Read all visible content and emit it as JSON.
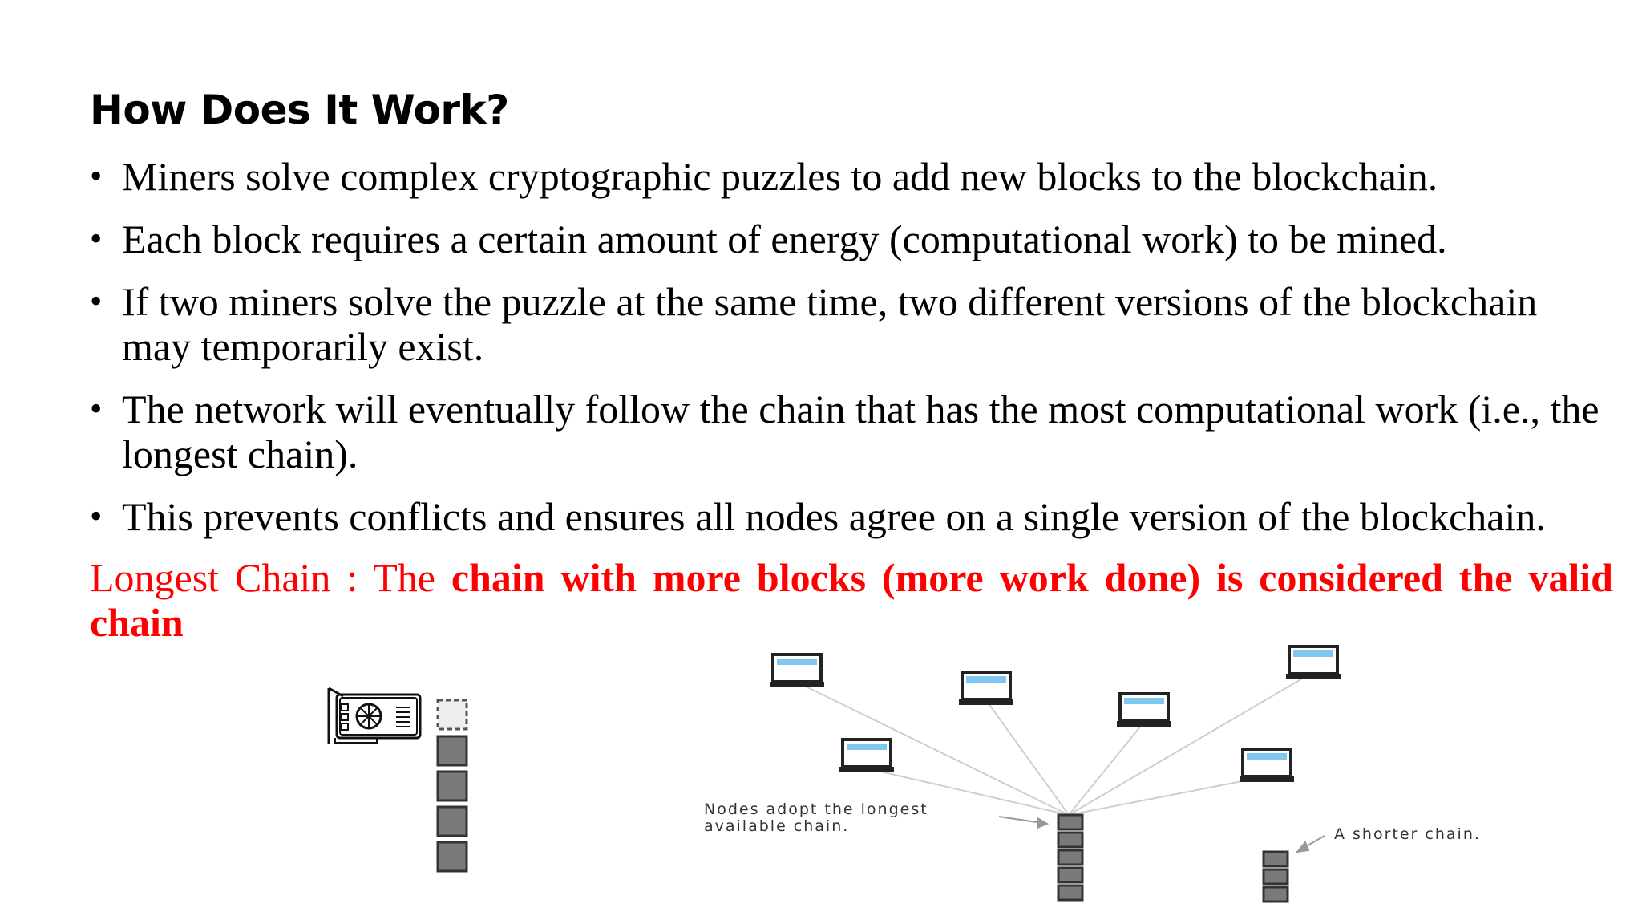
{
  "slide": {
    "title": "How Does It Work?",
    "bullets": [
      "Miners solve complex cryptographic puzzles to add new blocks to the blockchain.",
      "Each block requires a certain amount of energy (computational work) to be mined.",
      "If two miners solve the puzzle at the same time, two different versions of the blockchain may temporarily exist.",
      "The network will eventually follow the chain that has the most computational work (i.e., the longest chain).",
      "This prevents conflicts and ensures all nodes agree on a single version of the blockchain."
    ],
    "highlight": {
      "prefix": "Longest Chain : The ",
      "emphasis": "chain with more blocks (more work done) is considered the valid chain"
    }
  },
  "figure": {
    "label_longest": "Nodes adopt the longest",
    "label_longest_2": "available chain.",
    "label_shorter": "A shorter chain.",
    "accent_color": "#7ec8f0",
    "block_color": "#7a7a7a",
    "icons": [
      "gpu-mining-card-icon",
      "laptop-icon"
    ]
  }
}
